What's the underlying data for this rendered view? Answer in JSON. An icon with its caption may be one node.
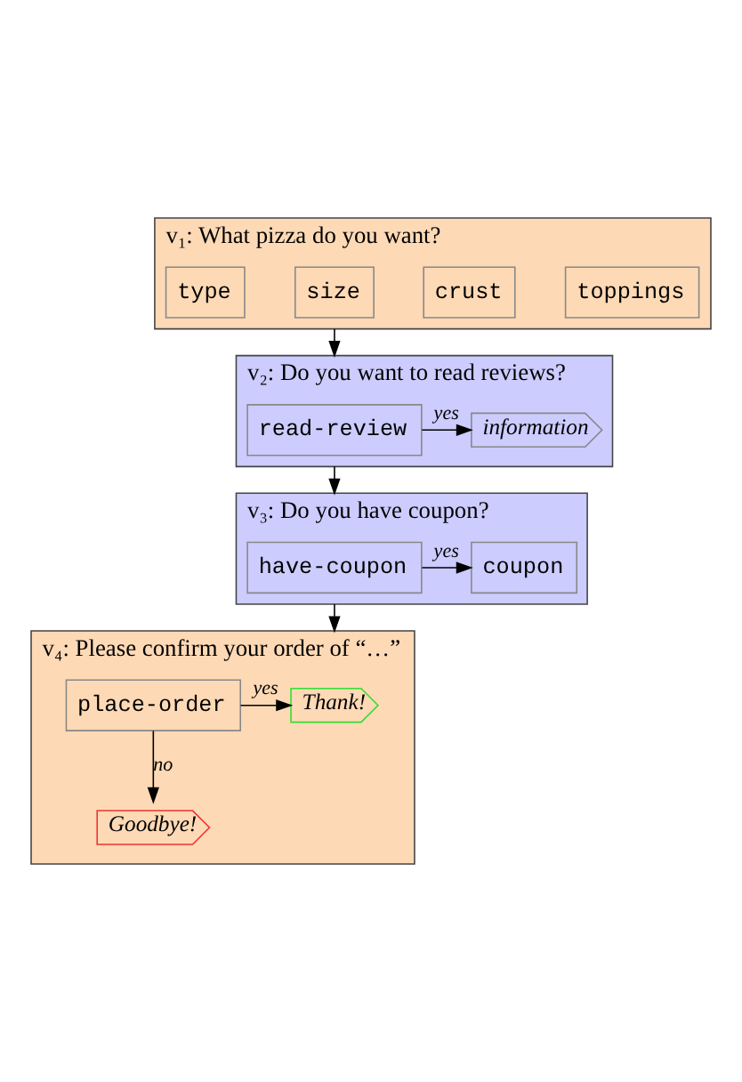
{
  "diagram": {
    "nodes": [
      {
        "text": [
          "v₁: What pizza do you want?"
        ]
      },
      {
        "text": [
          "type"
        ],
        "in": 0
      },
      {
        "text": [
          "size"
        ],
        "in": 0
      },
      {
        "text": [
          "crust"
        ],
        "in": 0
      },
      {
        "text": [
          "toppings"
        ],
        "in": 0
      },
      {
        "text": [
          "v₂: Do you want to read reviews?"
        ]
      },
      {
        "text": [
          "read-review"
        ],
        "in": 5
      },
      {
        "text": [
          "information"
        ],
        "in": 5
      },
      {
        "text": [
          "v₃: Do you have coupon?"
        ]
      },
      {
        "text": [
          "have-coupon"
        ],
        "in": 8
      },
      {
        "text": [
          "coupon"
        ],
        "in": 8
      },
      {
        "text": [
          "v₄: Please confirm your order of “…”"
        ]
      },
      {
        "text": [
          "place-order"
        ],
        "in": 11
      },
      {
        "text": [
          "Thank!"
        ],
        "in": 11
      },
      {
        "text": [
          "Goodbye!"
        ],
        "in": 11
      }
    ],
    "edges": [
      {
        "from": 0,
        "to": 5,
        "arrow": "to"
      },
      {
        "from": 6,
        "to": 7,
        "arrow": "to",
        "label": "yes"
      },
      {
        "from": 5,
        "to": 8,
        "arrow": "to"
      },
      {
        "from": 9,
        "to": 10,
        "arrow": "to",
        "label": "yes"
      },
      {
        "from": 8,
        "to": 11,
        "arrow": "to"
      },
      {
        "from": 12,
        "to": 13,
        "arrow": "to",
        "label": "yes"
      },
      {
        "from": 12,
        "to": 14,
        "arrow": "to",
        "label": "no"
      }
    ]
  }
}
